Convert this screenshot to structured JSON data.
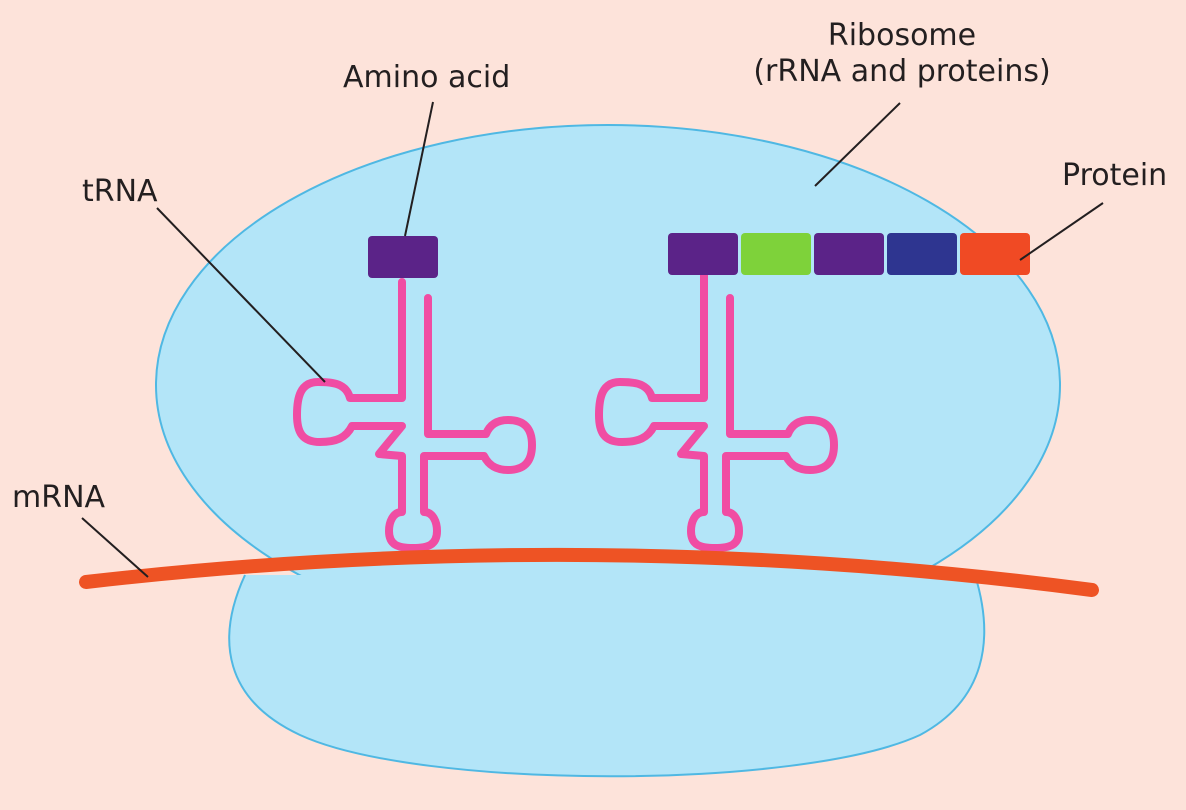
{
  "labels": {
    "amino_acid": "Amino acid",
    "ribosome_line1": "Ribosome",
    "ribosome_line2": "(rRNA and proteins)",
    "protein": "Protein",
    "trna": "tRNA",
    "mrna": "mRNA"
  },
  "colors": {
    "background": "#fde3da",
    "ribosome_fill": "#b3e5f8",
    "ribosome_outline": "#4fb8e3",
    "trna": "#f04da3",
    "mrna": "#ee5324",
    "amino_acid_purple": "#5b2388",
    "amino_acid_green": "#7ed23a",
    "amino_acid_navy": "#2e3590",
    "amino_acid_red": "#f04a24",
    "leader_line": "#231f20"
  },
  "protein_chain": [
    "purple",
    "green",
    "purple",
    "navy",
    "red"
  ]
}
